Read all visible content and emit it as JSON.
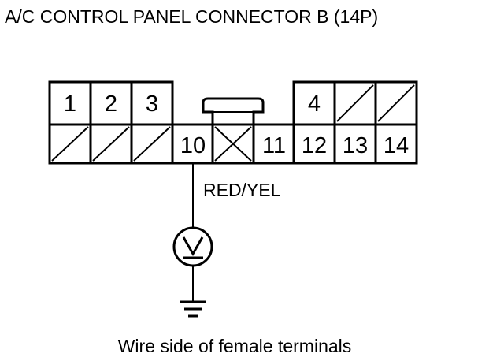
{
  "diagram": {
    "title": "A/C CONTROL PANEL CONNECTOR B (14P)",
    "wire_label": "RED/YEL",
    "caption": "Wire side of female terminals",
    "connector": {
      "top_pins": [
        "1",
        "2",
        "3",
        "4"
      ],
      "bottom_pins": [
        "10",
        "11",
        "12",
        "13",
        "14"
      ]
    },
    "meter_symbol": "voltmeter-icon",
    "ground_symbol": "ground-icon"
  }
}
